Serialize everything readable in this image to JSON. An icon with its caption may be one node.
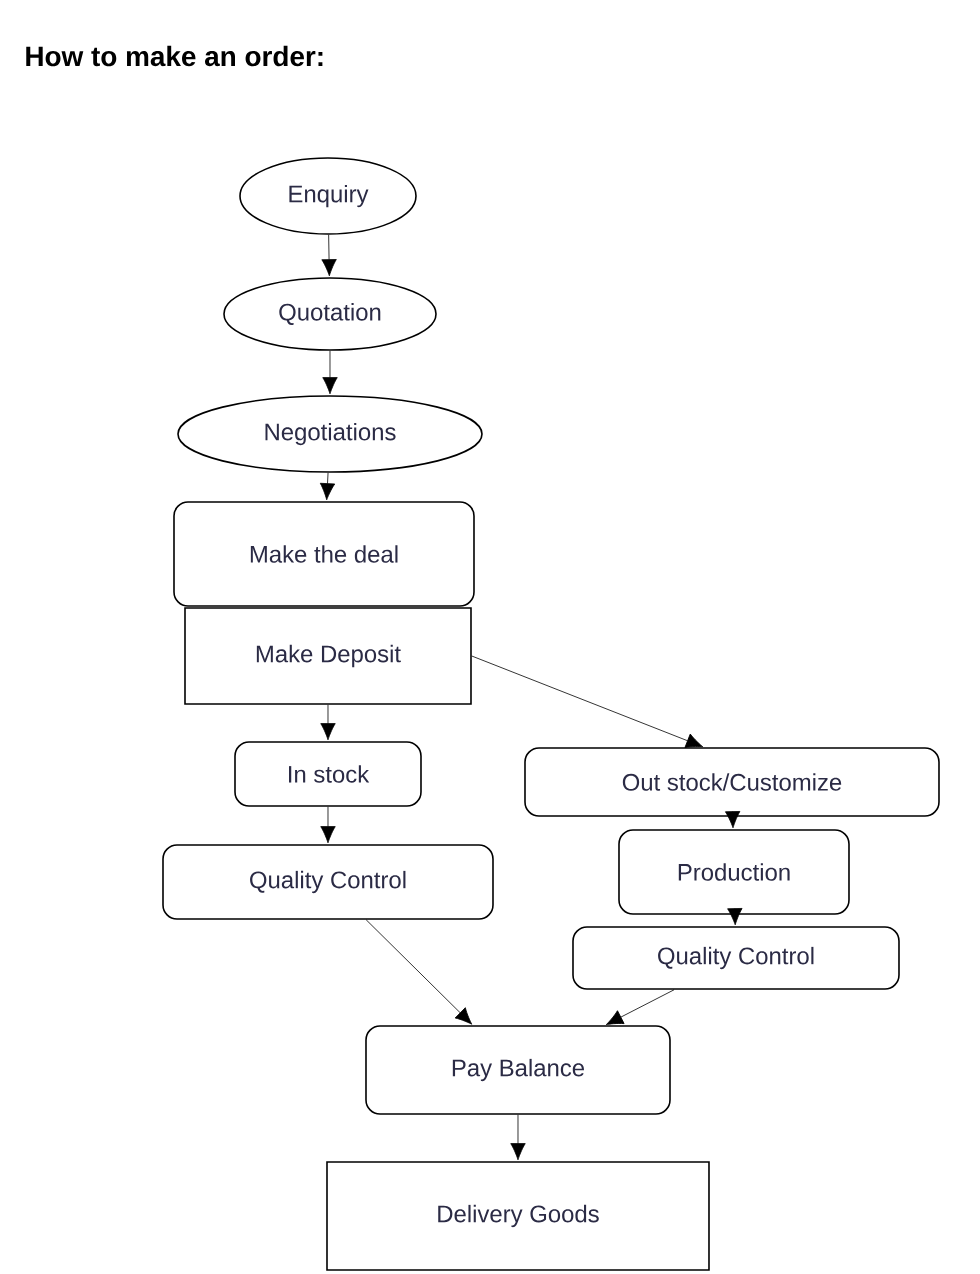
{
  "diagram": {
    "title": "How to make an order:",
    "nodes": [
      {
        "text": [
          "Enquiry"
        ]
      },
      {
        "text": [
          "Quotation"
        ]
      },
      {
        "text": [
          "Negotiations"
        ]
      },
      {
        "text": [
          "Make the deal"
        ]
      },
      {
        "text": [
          "Make Deposit"
        ]
      },
      {
        "text": [
          "In stock"
        ]
      },
      {
        "text": [
          "Out stock/Customize"
        ]
      },
      {
        "text": [
          "Quality Control"
        ]
      },
      {
        "text": [
          "Production"
        ]
      },
      {
        "text": [
          "Quality Control"
        ]
      },
      {
        "text": [
          "Pay Balance"
        ]
      },
      {
        "text": [
          "Delivery Goods"
        ]
      }
    ],
    "edges": [
      {
        "from": 0,
        "to": 1,
        "arrow": "to"
      },
      {
        "from": 1,
        "to": 2,
        "arrow": "to"
      },
      {
        "from": 2,
        "to": 3,
        "arrow": "to"
      },
      {
        "from": 4,
        "to": 5,
        "arrow": "to"
      },
      {
        "from": 4,
        "to": 6,
        "arrow": "to"
      },
      {
        "from": 5,
        "to": 7,
        "arrow": "to"
      },
      {
        "from": 6,
        "to": 8,
        "arrow": "to"
      },
      {
        "from": 8,
        "to": 9,
        "arrow": "to"
      },
      {
        "from": 7,
        "to": 10,
        "arrow": "to"
      },
      {
        "from": 9,
        "to": 10,
        "arrow": "to"
      },
      {
        "from": 10,
        "to": 11,
        "arrow": "to"
      }
    ]
  }
}
